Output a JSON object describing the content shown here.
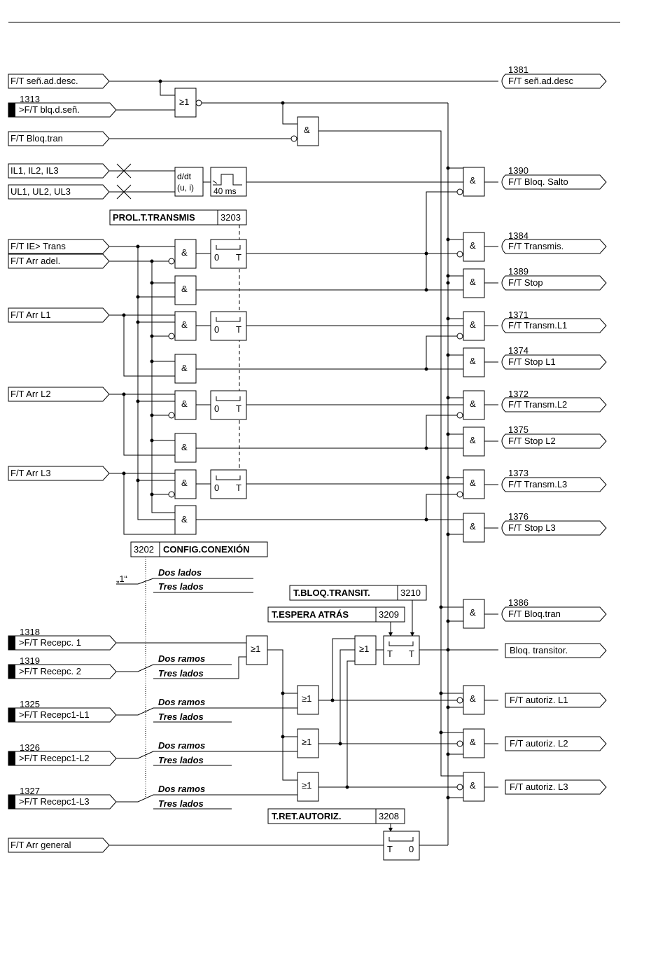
{
  "signals": {
    "in_sen_ad_desc": "F/T señ.ad.desc.",
    "in_blq_d_sen_num": "1313",
    "in_blq_d_sen": ">F/T blq.d.señ.",
    "in_bloq_tran": "F/T Bloq.tran",
    "in_il": "IL1, IL2, IL3",
    "in_ul": "UL1, UL2, UL3",
    "in_ie_trans": "F/T IE> Trans",
    "in_arr_adel": "F/T Arr adel.",
    "in_arr_l1": "F/T Arr L1",
    "in_arr_l2": "F/T Arr L2",
    "in_arr_l3": "F/T Arr L3",
    "in_recepc1_num": "1318",
    "in_recepc1": ">F/T Recepc. 1",
    "in_recepc2_num": "1319",
    "in_recepc2": ">F/T Recepc. 2",
    "in_recepc1_l1_num": "1325",
    "in_recepc1_l1": ">F/T Recepc1-L1",
    "in_recepc1_l2_num": "1326",
    "in_recepc1_l2": ">F/T Recepc1-L2",
    "in_recepc1_l3_num": "1327",
    "in_recepc1_l3": ">F/T Recepc1-L3",
    "in_arr_general": "F/T Arr general"
  },
  "outputs": [
    {
      "num": "1381",
      "label": "F/T señ.ad.desc"
    },
    {
      "num": "1390",
      "label": "F/T Bloq. Salto"
    },
    {
      "num": "1384",
      "label": "F/T Transmis."
    },
    {
      "num": "1389",
      "label": "F/T Stop"
    },
    {
      "num": "1371",
      "label": "F/T Transm.L1"
    },
    {
      "num": "1374",
      "label": "F/T Stop L1"
    },
    {
      "num": "1372",
      "label": "F/T Transm.L2"
    },
    {
      "num": "1375",
      "label": "F/T Stop L2"
    },
    {
      "num": "1373",
      "label": "F/T Transm.L3"
    },
    {
      "num": "1376",
      "label": "F/T Stop L3"
    },
    {
      "num": "1386",
      "label": "F/T Bloq.tran"
    },
    {
      "num": "",
      "label": "Bloq. transitor."
    },
    {
      "num": "",
      "label": "F/T autoriz. L1"
    },
    {
      "num": "",
      "label": "F/T autoriz. L2"
    },
    {
      "num": "",
      "label": "F/T autoriz. L3"
    }
  ],
  "params": {
    "prol_transmis": "PROL.T.TRANSMIS",
    "prol_transmis_addr": "3203",
    "config_conexion_addr": "3202",
    "config_conexion": "CONFIG.CONEXIÓN",
    "bloq_transit": "T.BLOQ.TRANSIT.",
    "bloq_transit_addr": "3210",
    "espera_atras": "T.ESPERA ATRÁS",
    "espera_atras_addr": "3209",
    "ret_autoriz": "T.RET.AUTORIZ.",
    "ret_autoriz_addr": "3208"
  },
  "options": {
    "quote_one": "„1“",
    "dos_lados": "Dos lados",
    "tres_lados": "Tres lados",
    "dos_ramos": "Dos ramos",
    "tres_lados_2": "Tres lados"
  },
  "gates": {
    "or": "≥1",
    "and": "&",
    "ddt_1": "d/dt",
    "ddt_2": "(u, i)",
    "pulse": "40 ms",
    "t0_0": "0",
    "t0_t": "T",
    "t_t": "T",
    "t_0": "0"
  }
}
